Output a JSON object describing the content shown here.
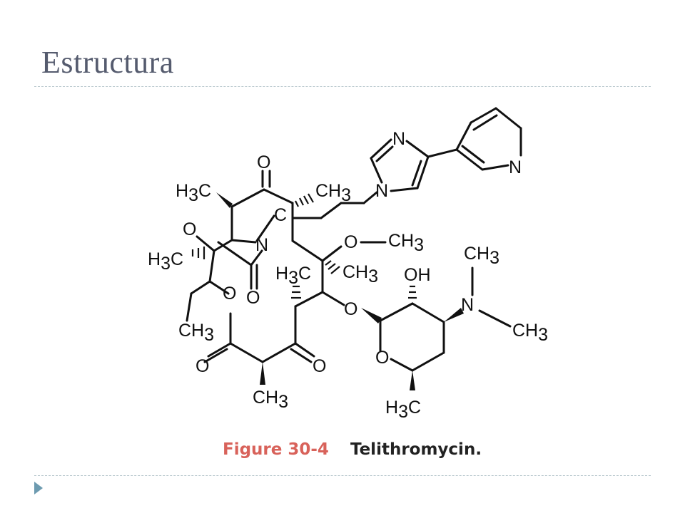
{
  "slide": {
    "title": "Estructura"
  },
  "colors": {
    "title": "#555b6e",
    "rule": "#b7c6cc",
    "bullet": "#6d9bb0",
    "figure_label": "#d8625a",
    "bonds": "#111111"
  },
  "figure": {
    "label": "Figure 30-4",
    "name": "Telithromycin."
  },
  "atoms": {
    "ketone_o": "O",
    "imid_n_top": "N",
    "imid_n_bot": "N",
    "pyr_n": "N",
    "h3c_left": "H",
    "ch3_top": "CH",
    "epox_o": "O",
    "carb_n": "N",
    "c_label": "C",
    "h3c_mid": "H",
    "ome_o": "O",
    "ome_ch3": "CH",
    "carb_o": "O",
    "h3c_inner": "H",
    "ch3_quat": "CH",
    "oh": "OH",
    "nme_ch3_top": "CH",
    "nme_n": "N",
    "nme_ch3_right": "CH",
    "lac_o": "O",
    "ch3_ethyl": "CH",
    "glyc_o": "O",
    "ring_o": "O",
    "o_left": "O",
    "o_right": "O",
    "ch3_bottom": "CH",
    "h3c_sugar": "H",
    "c": "C",
    "sub3": "3"
  }
}
